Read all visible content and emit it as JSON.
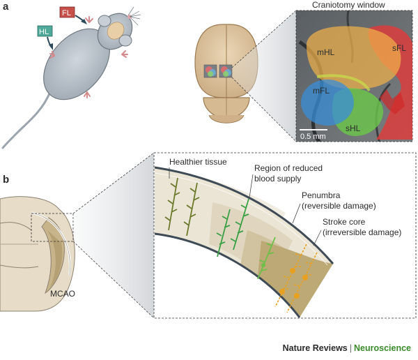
{
  "panel_a": {
    "letter": "a",
    "fl_tag": "FL",
    "hl_tag": "HL",
    "window_title": "Craniotomy window",
    "regions": {
      "mHL": "mHL",
      "sFL": "sFL",
      "mFL": "mFL",
      "sHL": "sHL"
    },
    "scale_bar": "0.5 mm"
  },
  "panel_b": {
    "letter": "b",
    "mcao": "MCAO",
    "zones": {
      "healthy": "Healthier tissue",
      "reduced_1": "Region of reduced",
      "reduced_2": "blood supply",
      "penumbra_1": "Penumbra",
      "penumbra_2": "(reversible damage)",
      "core_1": "Stroke core",
      "core_2": "(irreversible damage)"
    }
  },
  "footer": {
    "journal": "Nature Reviews",
    "separator": "|",
    "section": "Neuroscience"
  },
  "colors": {
    "fl_tag": "#c8504a",
    "hl_tag": "#4fa99a",
    "mouse": "#b9c2cc",
    "brain": "#dcc4a0",
    "healthy_neuron": "#6b7a2a",
    "reduced_neuron": "#3aa046",
    "penumbra_neuron": "#6fbf4a",
    "core_neuron": "#e8a020",
    "brand_green": "#3a8a2a"
  }
}
